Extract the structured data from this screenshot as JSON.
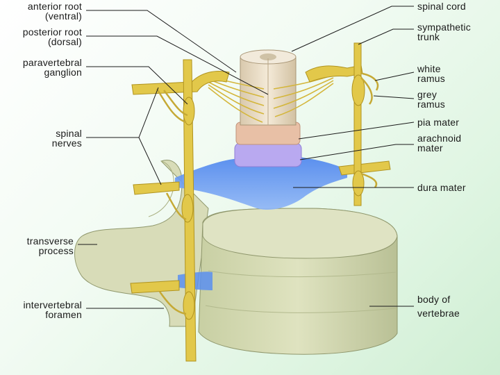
{
  "labels": {
    "anterior_root": [
      "anterior root",
      "(ventral)"
    ],
    "posterior_root": [
      "posterior root",
      "(dorsal)"
    ],
    "paravertebral_ganglion": [
      "paravertebral",
      "ganglion"
    ],
    "spinal_nerves": [
      "spinal",
      "nerves"
    ],
    "transverse_process": [
      "transverse",
      "process"
    ],
    "intervertebral_foramen": [
      "intervertebral",
      "foramen"
    ],
    "spinal_cord": [
      "spinal cord"
    ],
    "sympathetic_trunk": [
      "sympathetic",
      "trunk"
    ],
    "white_ramus": [
      "white",
      "ramus"
    ],
    "grey_ramus": [
      "grey",
      "ramus"
    ],
    "pia_mater": [
      "pia mater"
    ],
    "arachnoid_mater": [
      "arachnoid",
      "mater"
    ],
    "dura_mater": [
      "dura mater"
    ],
    "body_of_vertebrae": [
      "body of",
      "vertebrae"
    ]
  },
  "colors": {
    "nerve": "#e3c94a",
    "nerve_dark": "#b89a22",
    "dura": "#5a8ff0",
    "arachnoid": "#b7a6ef",
    "pia": "#e7bfa5",
    "cord": "#ede0c9",
    "bone": "#d4d9b3",
    "bone_dark": "#9ea67c"
  }
}
